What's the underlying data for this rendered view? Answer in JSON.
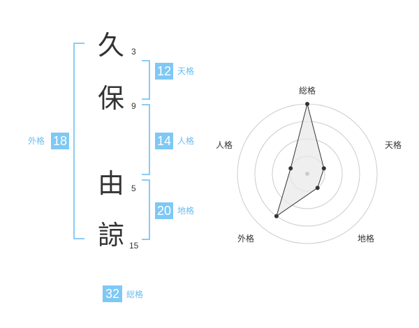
{
  "name": {
    "chars": [
      {
        "char": "久",
        "strokes": "3"
      },
      {
        "char": "保",
        "strokes": "9"
      },
      {
        "char": "由",
        "strokes": "5"
      },
      {
        "char": "諒",
        "strokes": "15"
      }
    ]
  },
  "kakusu": {
    "tenkaku": {
      "value": "12",
      "label": "天格"
    },
    "jinkaku": {
      "value": "14",
      "label": "人格"
    },
    "chikaku": {
      "value": "20",
      "label": "地格"
    },
    "gaikaku": {
      "value": "18",
      "label": "外格"
    },
    "soukaku": {
      "value": "32",
      "label": "総格"
    }
  },
  "chart_data": {
    "type": "radar",
    "axes": [
      "総格",
      "天格",
      "地格",
      "外格",
      "人格"
    ],
    "values": [
      4,
      1,
      1,
      3,
      1
    ],
    "rings": 4,
    "max": 4,
    "colors": {
      "line": "#333333",
      "fill": "#e8e8e8",
      "grid": "#cccccc",
      "center": "#cccccc"
    }
  },
  "colors": {
    "accent": "#7ec8f5",
    "bracket": "#8ccbf3"
  }
}
